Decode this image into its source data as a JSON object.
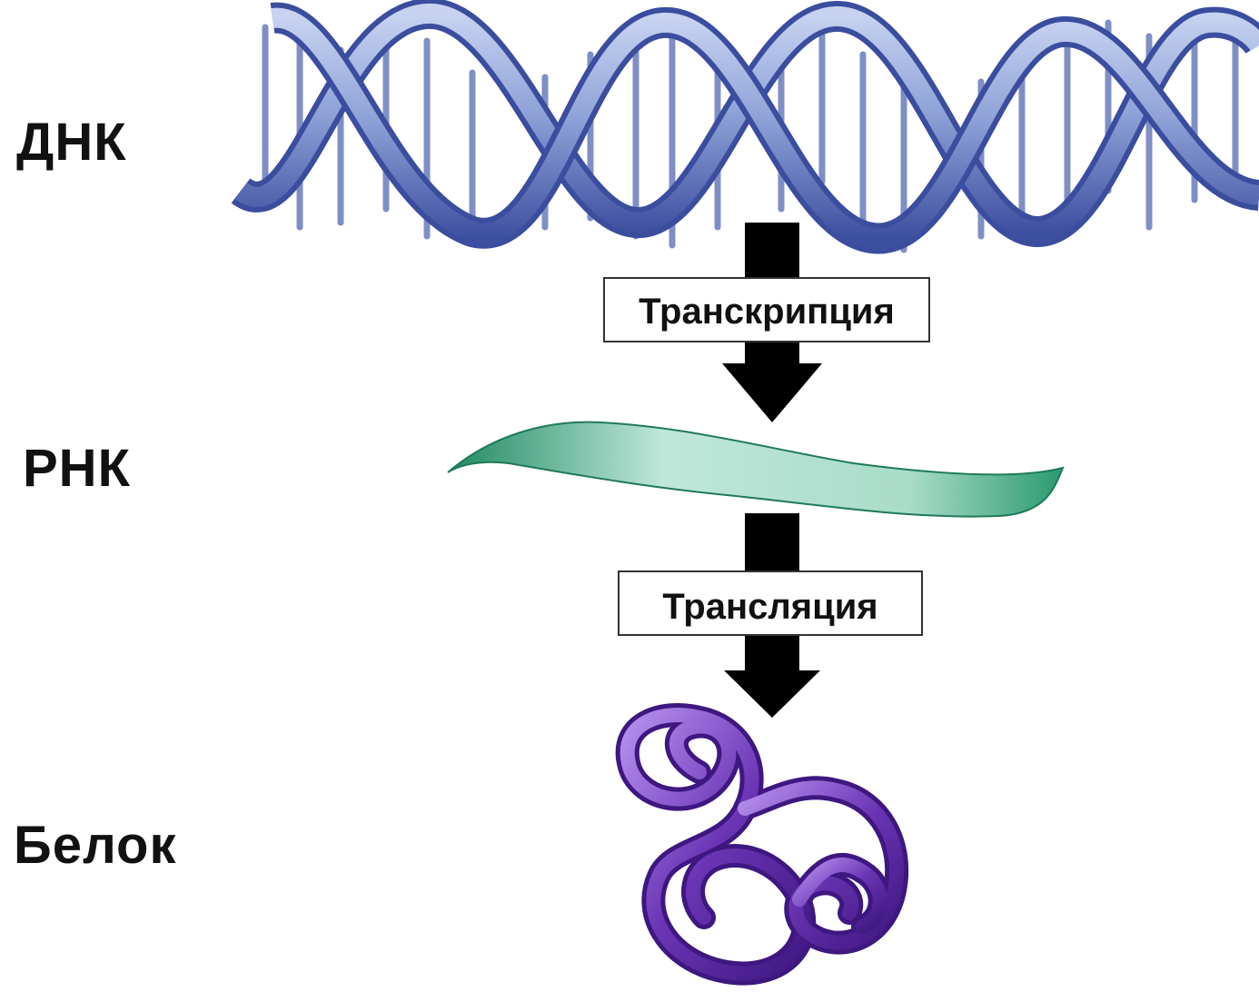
{
  "labels": {
    "dna": "ДНК",
    "rna": "РНК",
    "protein": "Белок"
  },
  "steps": {
    "transcription": "Транскрипция",
    "translation": "Трансляция"
  },
  "colors": {
    "dna_strand": "#4a5cae",
    "dna_strand_light": "#b9c8ea",
    "rna_ribbon": "#2e9b72",
    "rna_ribbon_light": "#c9ece0",
    "protein": "#5a2a9a",
    "protein_light": "#a37be0",
    "arrow": "#000000"
  },
  "icons": {
    "dna": "dna-double-helix-icon",
    "rna": "rna-ribbon-icon",
    "protein": "folded-protein-icon",
    "arrow": "down-arrow-icon"
  }
}
